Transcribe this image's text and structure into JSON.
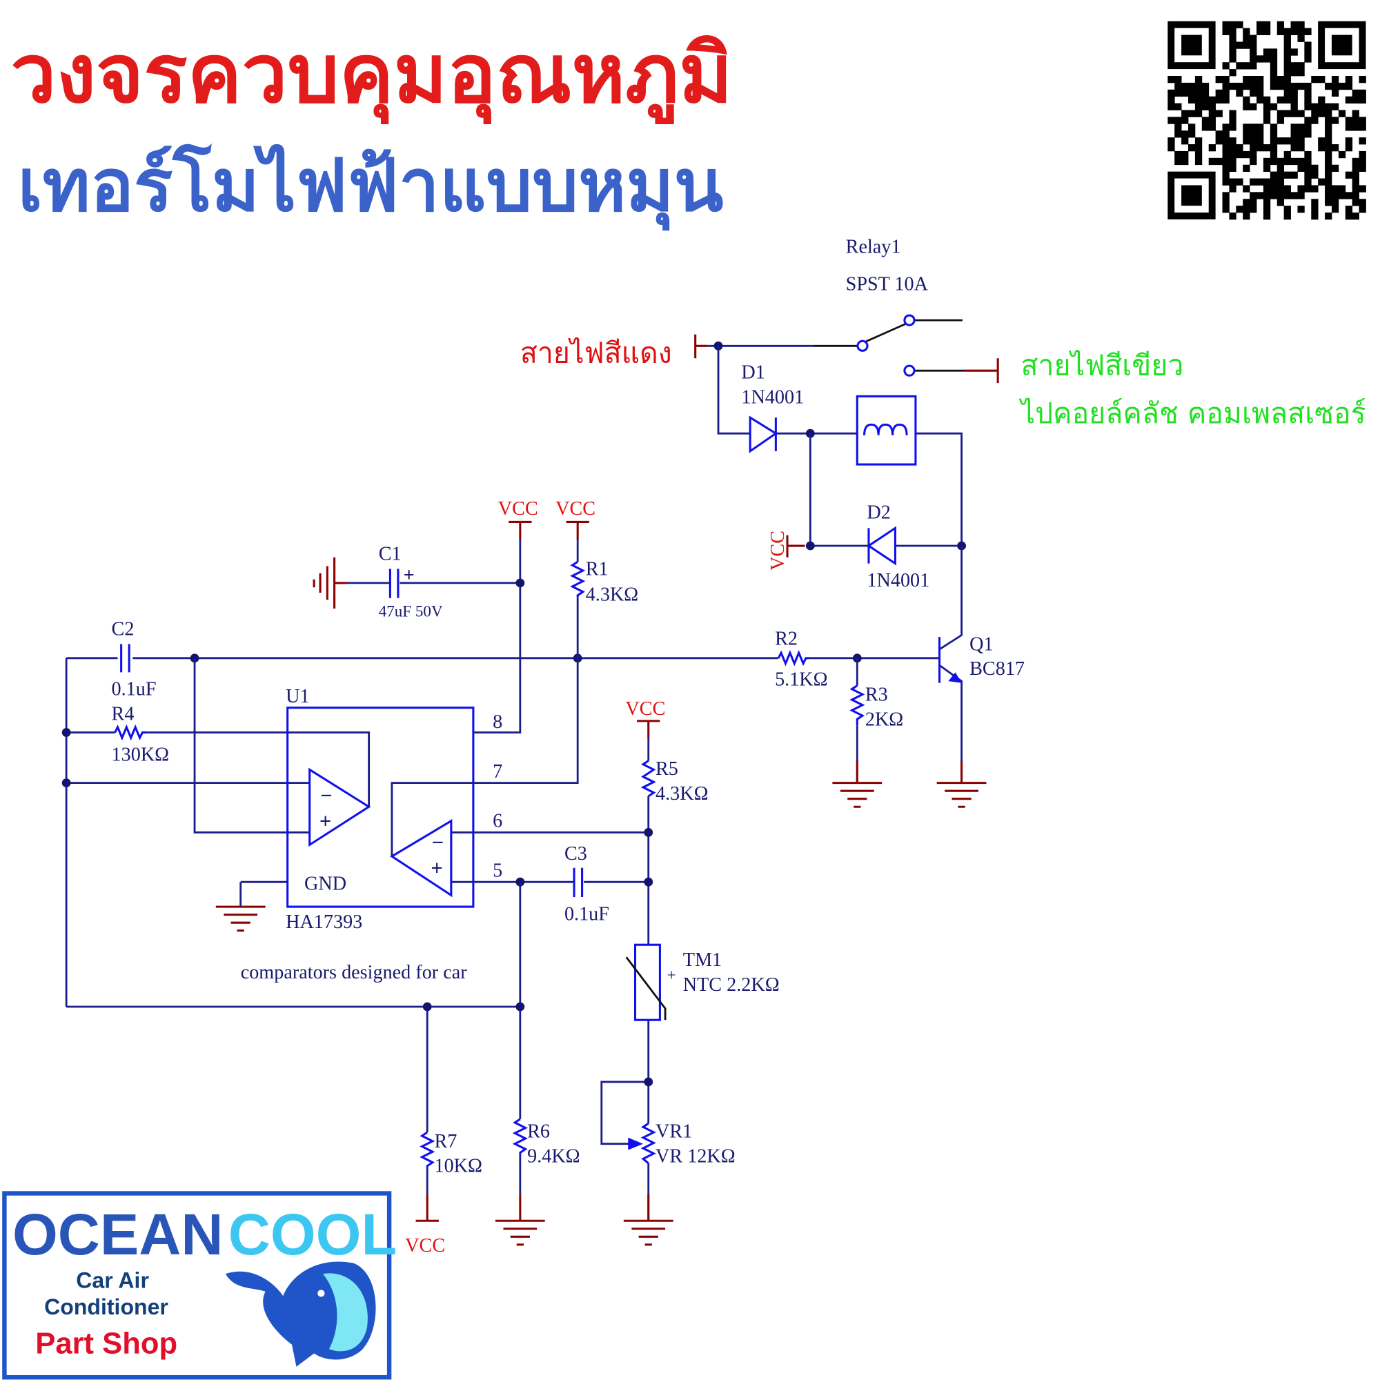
{
  "title": {
    "line1": "วงจรควบคุมอุณหภูมิ",
    "line2": "เทอร์โมไฟฟ้าแบบหมุน"
  },
  "annotations": {
    "red_wire": "สายไฟสีแดง",
    "green_wire_1": "สายไฟสีเขียว",
    "green_wire_2": "ไปคอยล์คลัช คอมเพลสเซอร์",
    "comparator_note": "comparators designed for car"
  },
  "components": {
    "relay": {
      "ref": "Relay1",
      "value": "SPST 10A"
    },
    "d1": {
      "ref": "D1",
      "value": "1N4001"
    },
    "d2": {
      "ref": "D2",
      "value": "1N4001"
    },
    "c1": {
      "ref": "C1",
      "value": "47uF 50V",
      "polarity": "+"
    },
    "c2": {
      "ref": "C2",
      "value": "0.1uF"
    },
    "c3": {
      "ref": "C3",
      "value": "0.1uF"
    },
    "r1": {
      "ref": "R1",
      "value": "4.3KΩ"
    },
    "r2": {
      "ref": "R2",
      "value": "5.1KΩ"
    },
    "r3": {
      "ref": "R3",
      "value": "2KΩ"
    },
    "r4": {
      "ref": "R4",
      "value": "130KΩ"
    },
    "r5": {
      "ref": "R5",
      "value": "4.3KΩ"
    },
    "r6": {
      "ref": "R6",
      "value": "9.4KΩ"
    },
    "r7": {
      "ref": "R7",
      "value": "10KΩ"
    },
    "q1": {
      "ref": "Q1",
      "value": "BC817"
    },
    "tm1": {
      "ref": "TM1",
      "value": "NTC 2.2KΩ",
      "sign": "+"
    },
    "vr1": {
      "ref": "VR1",
      "value": "VR 12KΩ"
    },
    "u1": {
      "ref": "U1",
      "value": "HA17393",
      "gnd": "GND",
      "pins": [
        "8",
        "7",
        "6",
        "5"
      ],
      "minus": "−",
      "plus": "+"
    }
  },
  "power": {
    "vcc": "VCC"
  },
  "logo": {
    "word1": "OCEAN",
    "word2": "COOL",
    "line1": "Car Air",
    "line2": "Conditioner",
    "line3": "Part Shop"
  },
  "colors": {
    "title_red": "#e21b1b",
    "title_blue": "#3a62c8",
    "wire": "#1c1c8a",
    "component": "#1010ee",
    "power": "#8b0000",
    "green_text": "#22e022"
  }
}
